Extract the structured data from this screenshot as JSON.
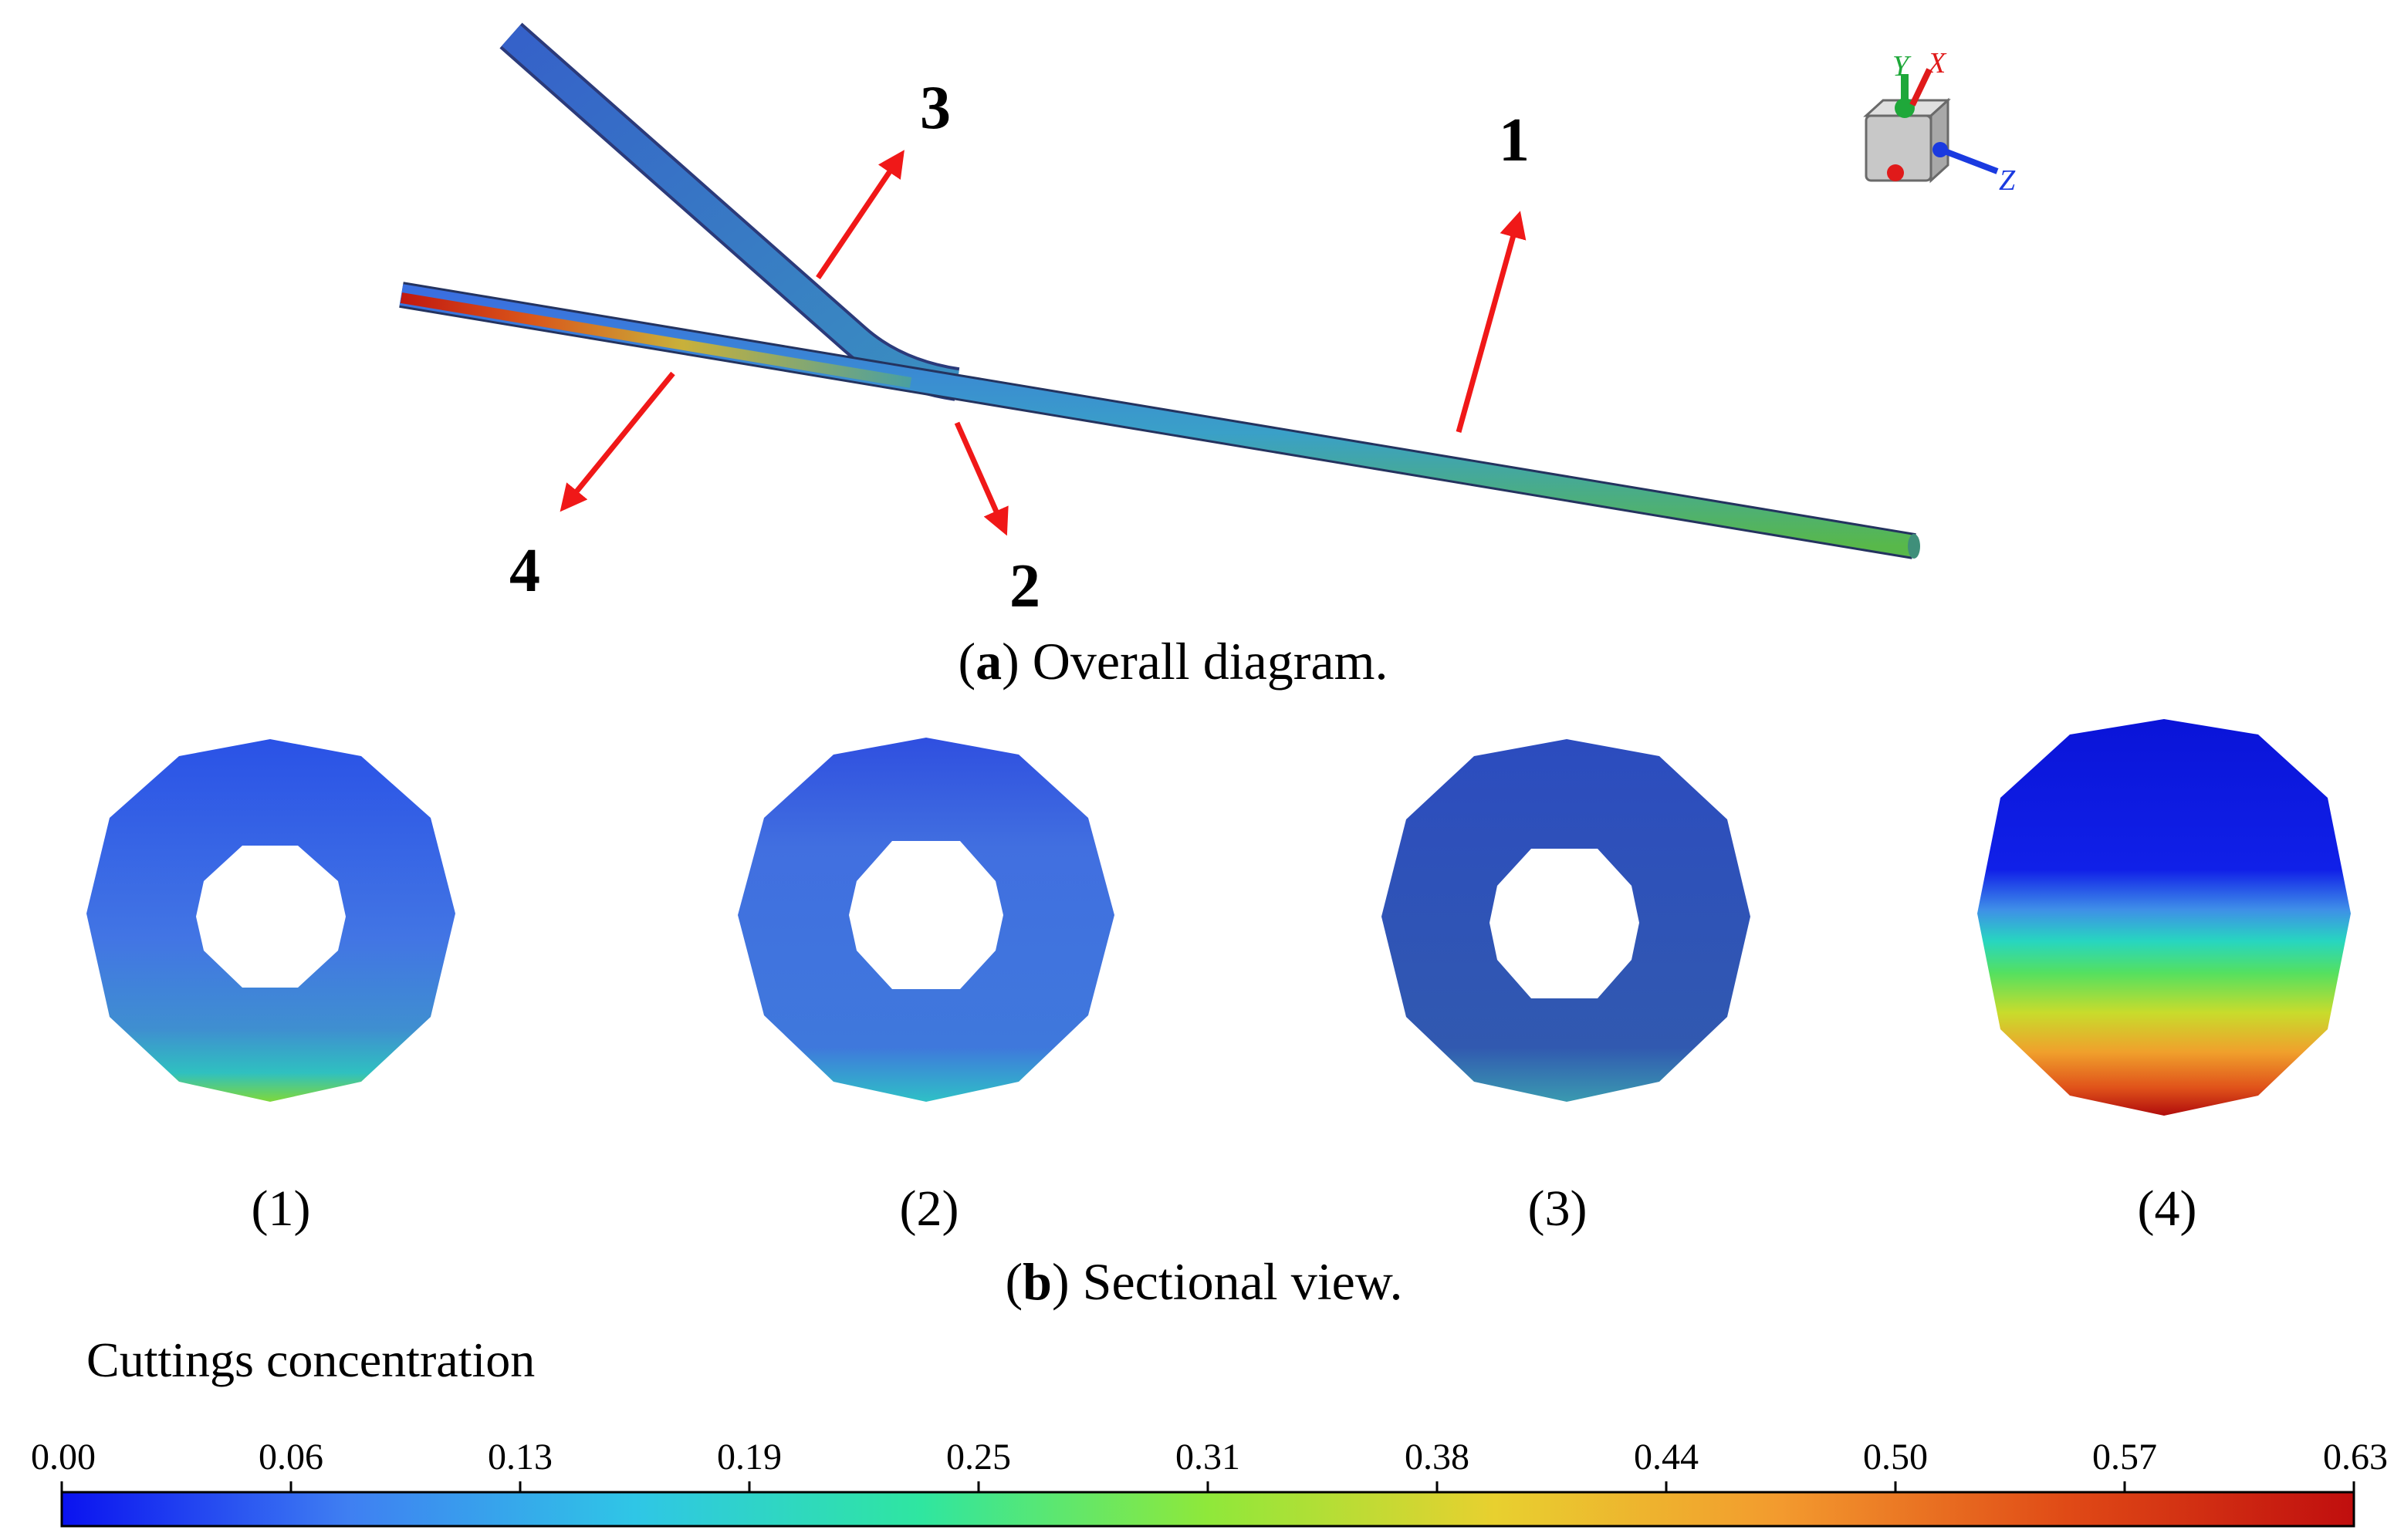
{
  "overall": {
    "caption_letter": "a",
    "caption_text": "Overall diagram.",
    "callouts": [
      "1",
      "2",
      "3",
      "4"
    ]
  },
  "sections": {
    "caption_letter": "b",
    "caption_text": "Sectional view.",
    "labels": [
      "(1)",
      "(2)",
      "(3)",
      "(4)"
    ]
  },
  "axes_triad": {
    "x": "X",
    "y": "Y",
    "z": "Z"
  },
  "colorbar": {
    "title": "Cuttings concentration",
    "ticks": [
      "0.00",
      "0.06",
      "0.13",
      "0.19",
      "0.25",
      "0.31",
      "0.38",
      "0.44",
      "0.50",
      "0.57",
      "0.63"
    ],
    "min": 0.0,
    "max": 0.63,
    "colormap": [
      "#0a12f0",
      "#3f7ff2",
      "#2fc6e6",
      "#2fe6a0",
      "#8fe83a",
      "#e8d02f",
      "#f39a2e",
      "#e04a16",
      "#c00e0e"
    ]
  },
  "colors": {
    "arrow": "#f01818",
    "text": "#111111"
  }
}
